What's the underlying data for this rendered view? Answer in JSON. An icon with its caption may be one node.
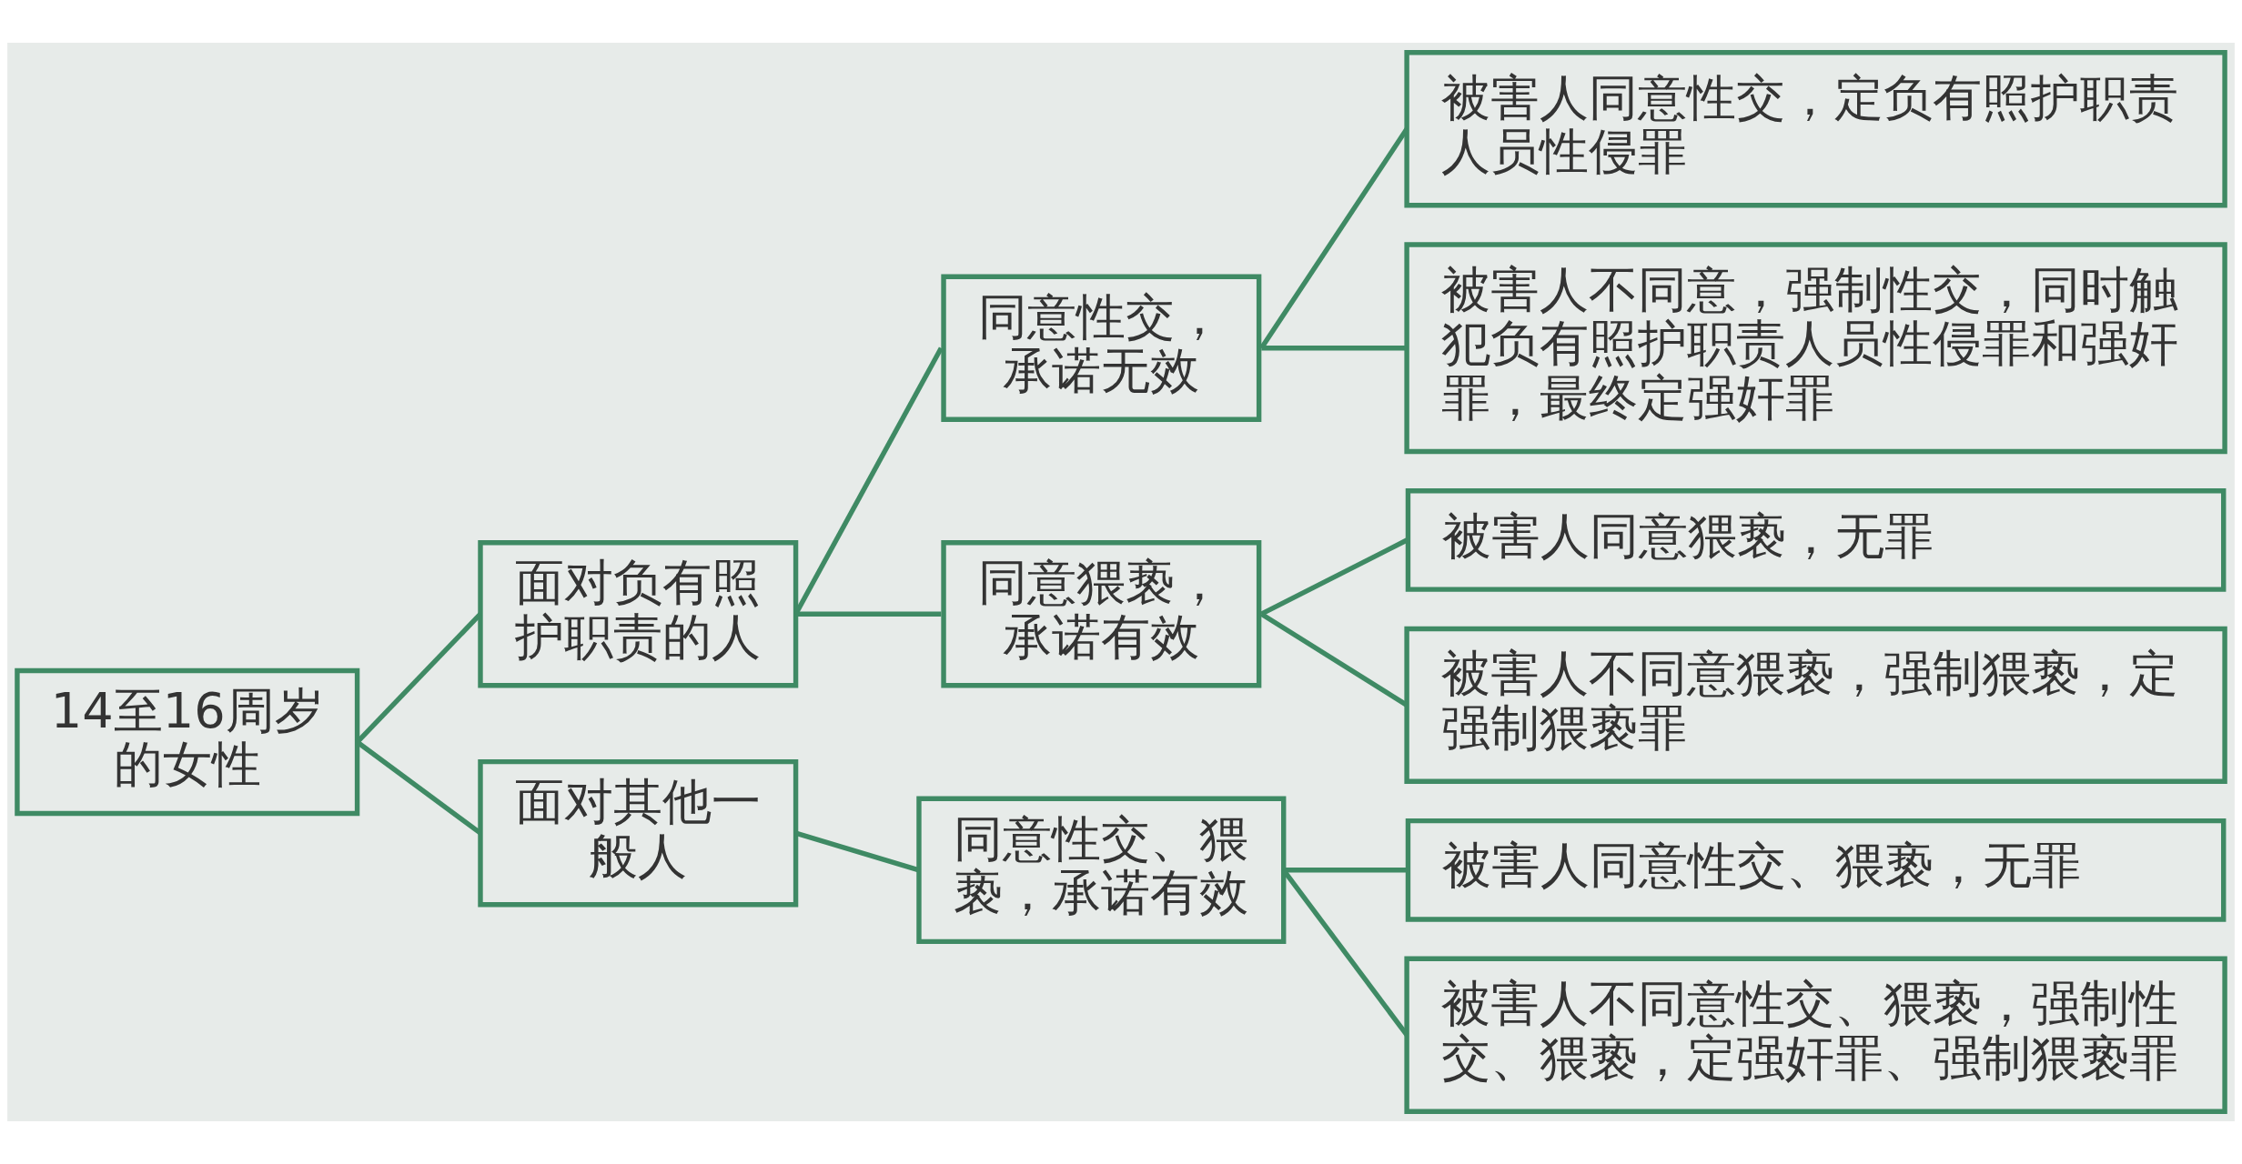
{
  "diagram": {
    "nodes": [
      {
        "text": [
          "14至16周岁的女性"
        ]
      },
      {
        "text": [
          "面对负有照护职责的人"
        ]
      },
      {
        "text": [
          "同意性交，承诺无效"
        ]
      },
      {
        "text": [
          "被害人同意性交，定负有照护职责人员性侵罪"
        ]
      },
      {
        "text": [
          "被害人不同意，强制性交，同时触犯负有照护职责人员性侵罪和强奸罪，最终定强奸罪"
        ]
      },
      {
        "text": [
          "同意猥亵，承诺有效"
        ]
      },
      {
        "text": [
          "被害人同意猥亵，无罪"
        ]
      },
      {
        "text": [
          "被害人不同意猥亵，强制猥亵，定强制猥亵罪"
        ]
      },
      {
        "text": [
          "面对其他一般人"
        ]
      },
      {
        "text": [
          "同意性交、猥亵，承诺有效"
        ]
      },
      {
        "text": [
          "被害人同意性交、猥亵，无罪"
        ]
      },
      {
        "text": [
          "被害人不同意性交、猥亵，强制性交、猥亵，定强奸罪、强制猥亵罪"
        ]
      }
    ],
    "edges": [
      {
        "from": 0,
        "to": 1,
        "arrow": "none"
      },
      {
        "from": 1,
        "to": 2,
        "arrow": "none"
      },
      {
        "from": 2,
        "to": 3,
        "arrow": "none"
      },
      {
        "from": 2,
        "to": 4,
        "arrow": "none"
      },
      {
        "from": 1,
        "to": 5,
        "arrow": "none"
      },
      {
        "from": 5,
        "to": 6,
        "arrow": "none"
      },
      {
        "from": 5,
        "to": 7,
        "arrow": "none"
      },
      {
        "from": 0,
        "to": 8,
        "arrow": "none"
      },
      {
        "from": 8,
        "to": 9,
        "arrow": "none"
      },
      {
        "from": 9,
        "to": 10,
        "arrow": "none"
      },
      {
        "from": 9,
        "to": 11,
        "arrow": "none"
      }
    ]
  }
}
